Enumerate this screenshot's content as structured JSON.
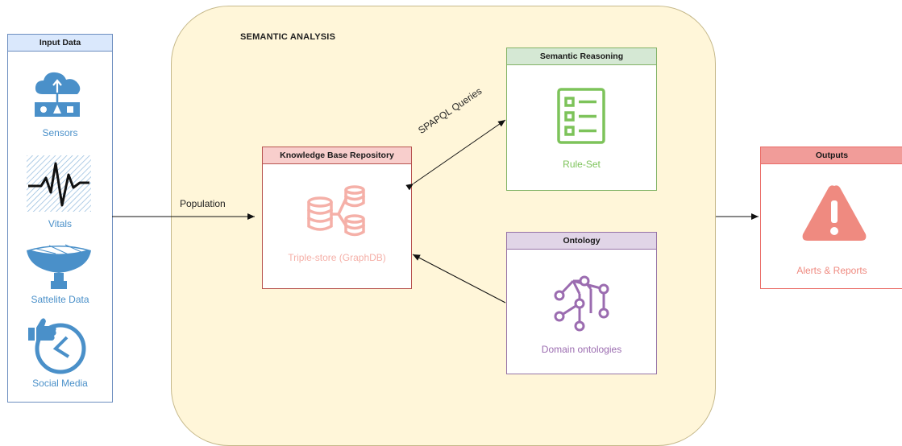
{
  "semantic_analysis": {
    "title": "SEMANTIC ANALYSIS"
  },
  "input_data": {
    "header": "Input Data",
    "items": [
      {
        "label": "Sensors",
        "icon": "cloud-sensor-icon"
      },
      {
        "label": "Vitals",
        "icon": "heartbeat-icon"
      },
      {
        "label": "Sattelite Data",
        "icon": "satellite-dish-icon"
      },
      {
        "label": "Social Media",
        "icon": "thumbs-up-clock-icon"
      }
    ]
  },
  "knowledge_base": {
    "header": "Knowledge Base Repository",
    "caption": "Triple-store (GraphDB)",
    "icon": "database-icon"
  },
  "semantic_reasoning": {
    "header": "Semantic Reasoning",
    "caption": "Rule-Set",
    "icon": "checklist-icon"
  },
  "ontology": {
    "header": "Ontology",
    "caption": "Domain ontologies",
    "icon": "tree-graph-icon"
  },
  "outputs": {
    "header": "Outputs",
    "caption": "Alerts & Reports",
    "icon": "warning-icon"
  },
  "edges": {
    "population": "Population",
    "sparql": "SPAPQL Queries"
  },
  "colors": {
    "input_accent": "#4a90c9",
    "kb_accent": "#f5b0a8",
    "reason_accent": "#7dc35a",
    "onto_accent": "#9b6cb0",
    "out_accent": "#ef8a80"
  }
}
